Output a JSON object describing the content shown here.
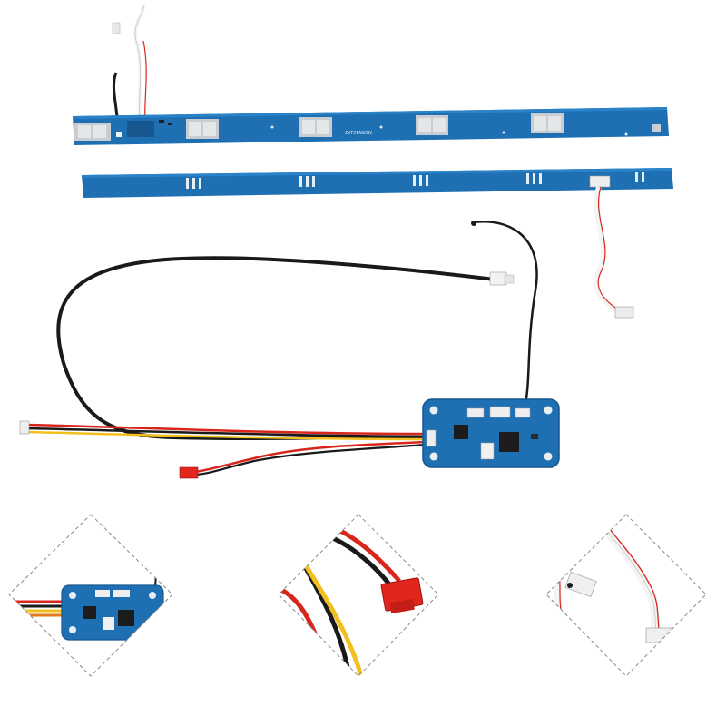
{
  "product_photo": {
    "background": "#ffffff",
    "colors": {
      "pcb_blue": "#1f6fb3",
      "pcb_dark": "#17578f",
      "pad_silver": "#c9ccd0",
      "wire_black": "#1a1a1a",
      "wire_red": "#d8261c",
      "wire_yellow": "#f2c01e",
      "wire_white": "#f4f4f4",
      "connector_red": "#e0261d",
      "frame_dash": "#8a8a8a"
    },
    "top_strip": {
      "silkscreen": "ZWTSTAGENV"
    },
    "detail_panels": [
      {
        "subject": "bms-board-closeup"
      },
      {
        "subject": "red-connector-closeup"
      },
      {
        "subject": "balance-connector-closeup"
      }
    ]
  }
}
